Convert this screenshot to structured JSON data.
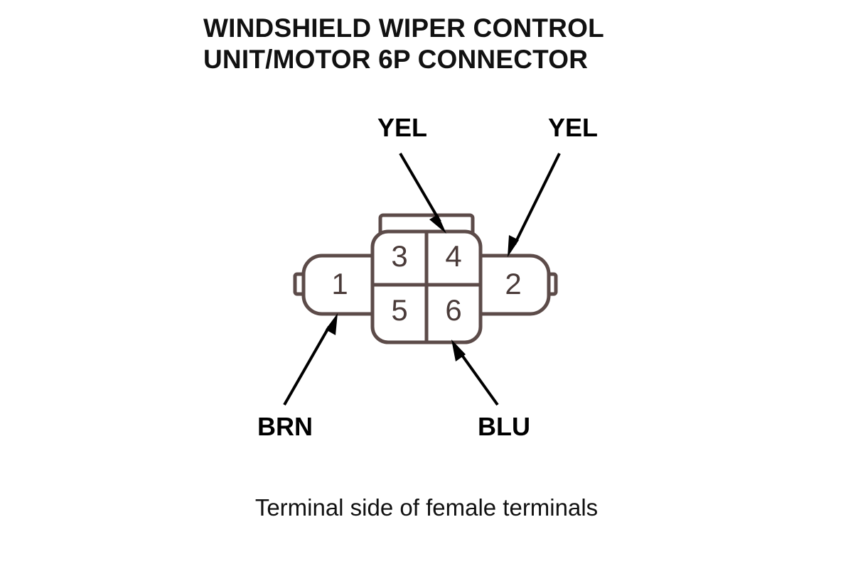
{
  "title": {
    "line1": "WINDSHIELD WIPER CONTROL",
    "line2": "UNIT/MOTOR 6P CONNECTOR"
  },
  "caption": "Terminal side of female terminals",
  "connector": {
    "type": "6P connector",
    "cavities": [
      {
        "number": "1",
        "position": "left-wing",
        "wire": "BRN"
      },
      {
        "number": "2",
        "position": "right-wing",
        "wire": "YEL"
      },
      {
        "number": "3",
        "position": "center-top-left",
        "wire": ""
      },
      {
        "number": "4",
        "position": "center-top-right",
        "wire": "YEL"
      },
      {
        "number": "5",
        "position": "center-bottom-left",
        "wire": ""
      },
      {
        "number": "6",
        "position": "center-bottom-right",
        "wire": "BLU"
      }
    ]
  },
  "labels": {
    "yel_left": "YEL",
    "yel_right": "YEL",
    "brn": "BRN",
    "blu": "BLU"
  },
  "colors": {
    "outline": "#5c4b49",
    "text": "#111111",
    "arrow": "#000000",
    "background": "#ffffff"
  }
}
